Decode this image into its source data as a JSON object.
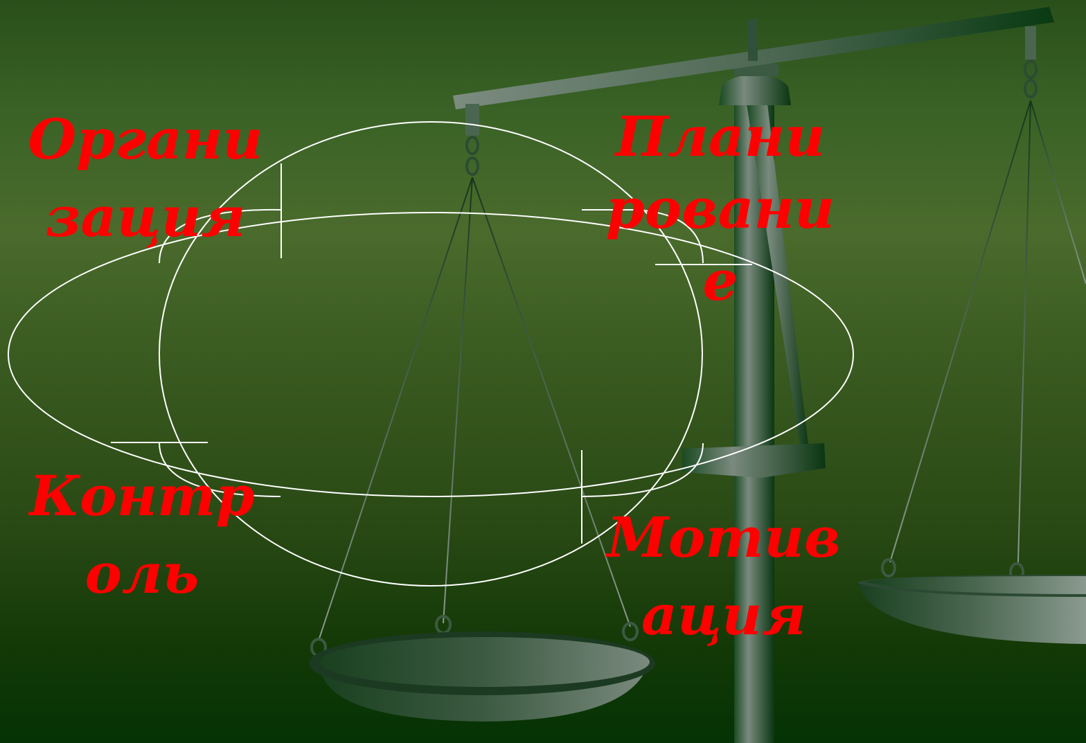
{
  "labels": {
    "organization": [
      "Органи",
      "зация"
    ],
    "planning": [
      "Плани",
      "ровани",
      "е"
    ],
    "control": [
      "Контр",
      "оль"
    ],
    "motivation": [
      "Мотив",
      "ация"
    ]
  },
  "colors": {
    "label_text": "#ff0000",
    "diagram_lines": "#ffffff",
    "background_top": "#2a4f1a",
    "background_bottom": "#053305",
    "scale_metal_dark": "#0f3a1a",
    "scale_metal_light": "#6f8274"
  },
  "decor": {
    "background_image": "balance-scale-illustration"
  }
}
